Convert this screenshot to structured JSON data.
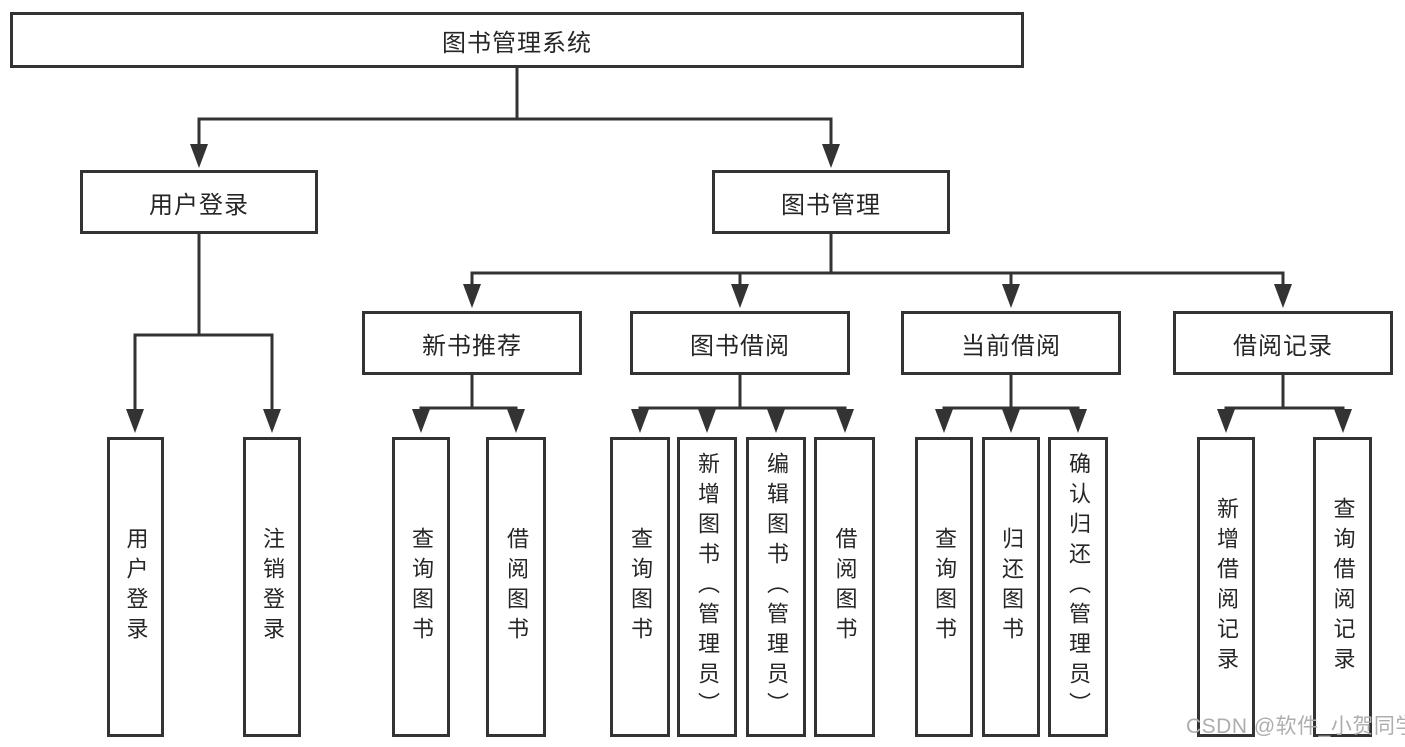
{
  "diagram": {
    "root": {
      "label": "图书管理系统"
    },
    "branches": [
      {
        "label": "用户登录",
        "leaves": [
          {
            "label": "用户登录"
          },
          {
            "label": "注销登录"
          }
        ]
      },
      {
        "label": "图书管理",
        "groups": [
          {
            "label": "新书推荐",
            "leaves": [
              {
                "label": "查询图书"
              },
              {
                "label": "借阅图书"
              }
            ]
          },
          {
            "label": "图书借阅",
            "leaves": [
              {
                "label": "查询图书"
              },
              {
                "label": "新增图书（管理员）"
              },
              {
                "label": "编辑图书（管理员）"
              },
              {
                "label": "借阅图书"
              }
            ]
          },
          {
            "label": "当前借阅",
            "leaves": [
              {
                "label": "查询图书"
              },
              {
                "label": "归还图书"
              },
              {
                "label": "确认归还（管理员）"
              }
            ]
          },
          {
            "label": "借阅记录",
            "leaves": [
              {
                "label": "新增借阅记录"
              },
              {
                "label": "查询借阅记录"
              }
            ]
          }
        ]
      }
    ],
    "colors": {
      "line": "#333333",
      "text": "#262626",
      "box_background": "#ffffff",
      "watermark": "#aeaeae"
    }
  },
  "watermark": {
    "text": "CSDN @软件_小贺同学"
  }
}
